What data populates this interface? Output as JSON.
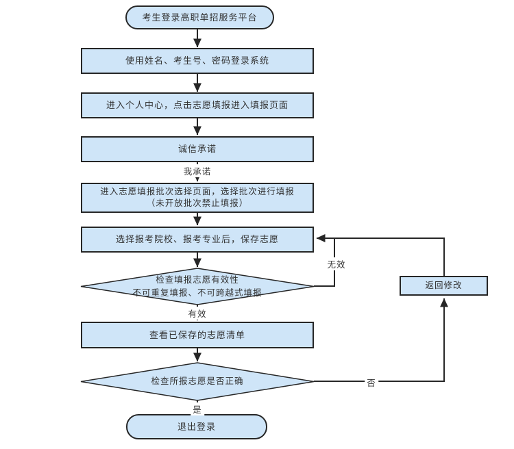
{
  "flowchart": {
    "nodes": {
      "start": "考生登录高职单招服务平台",
      "login": "使用姓名、考生号、密码登录系统",
      "enter_center": "进入个人中心，点击志愿填报进入填报页面",
      "integrity": "诚信承诺",
      "batch_line1": "进入志愿填报批次选择页面，选择批次进行填报",
      "batch_line2": "（未开放批次禁止填报）",
      "save_choice": "选择报考院校、报考专业后，保存志愿",
      "check_valid_line1": "检查填报志愿有效性",
      "check_valid_line2": "不可重复填报、不可跨越式填报",
      "view_saved": "查看已保存的志愿清单",
      "check_correct": "检查所报志愿是否正确",
      "return_modify": "返回修改",
      "logout": "退出登录"
    },
    "edge_labels": {
      "promise": "我承诺",
      "valid": "有效",
      "invalid": "无效",
      "yes": "是",
      "no": "否"
    },
    "colors": {
      "node_fill": "#cfe5f8",
      "node_border": "#262626",
      "line": "#262626",
      "text": "#333333",
      "background": "#ffffff"
    }
  }
}
